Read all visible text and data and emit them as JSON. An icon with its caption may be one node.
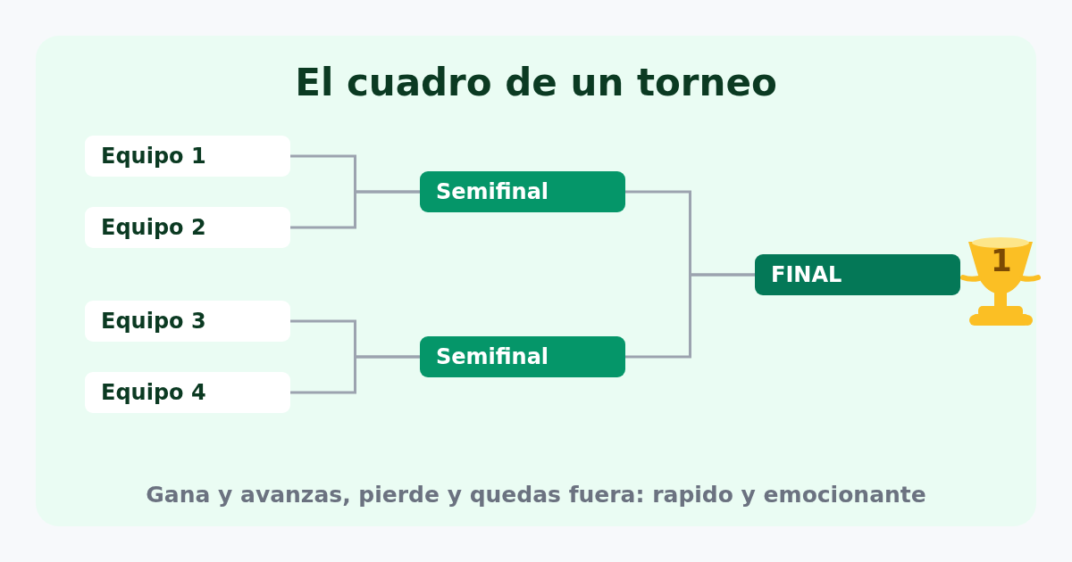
{
  "diagram": {
    "title": "El cuadro de un torneo",
    "caption": "Gana y avanzas, pierde y quedas fuera: rapido y emocionante",
    "nodes": [
      {
        "text": [
          "Equipo 1"
        ]
      },
      {
        "text": [
          "Equipo 2"
        ]
      },
      {
        "text": [
          "Equipo 3"
        ]
      },
      {
        "text": [
          "Equipo 4"
        ]
      },
      {
        "text": [
          "Semifinal"
        ]
      },
      {
        "text": [
          "Semifinal"
        ]
      },
      {
        "text": [
          "FINAL"
        ]
      }
    ],
    "edges": [
      {
        "from": 0,
        "to": 4,
        "arrow": "none"
      },
      {
        "from": 1,
        "to": 4,
        "arrow": "none"
      },
      {
        "from": 2,
        "to": 5,
        "arrow": "none"
      },
      {
        "from": 3,
        "to": 5,
        "arrow": "none"
      },
      {
        "from": 4,
        "to": 6,
        "arrow": "none"
      },
      {
        "from": 5,
        "to": 6,
        "arrow": "none"
      }
    ],
    "labels": [
      "1"
    ]
  }
}
